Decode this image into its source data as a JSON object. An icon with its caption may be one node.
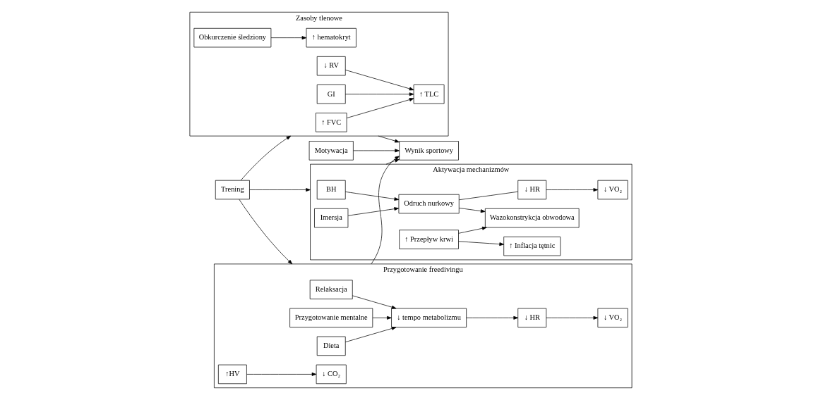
{
  "diagram": {
    "nodes": [
      {
        "text": [
          "Trening"
        ]
      },
      {
        "text": [
          "Zasoby tlenowe"
        ]
      },
      {
        "text": [
          "↑ FVC"
        ],
        "in": 1
      },
      {
        "text": [
          "↓ RV"
        ],
        "in": 1
      },
      {
        "text": [
          "GI"
        ],
        "in": 1
      },
      {
        "text": [
          "↑ TLC"
        ],
        "in": 1
      },
      {
        "text": [
          "Obkurczenie śledziony"
        ],
        "in": 1
      },
      {
        "text": [
          "↑ hematokryt"
        ],
        "in": 1
      },
      {
        "text": [
          "Przygotowanie freedivingu"
        ]
      },
      {
        "text": [
          "Relaksacja"
        ],
        "in": 8
      },
      {
        "text": [
          "Przygotowanie mentalne"
        ],
        "in": 8
      },
      {
        "text": [
          "Dieta"
        ],
        "in": 8
      },
      {
        "text": [
          "↓ tempo metabolizmu"
        ],
        "in": 8
      },
      {
        "text": [
          "↓ HR"
        ],
        "in": 8
      },
      {
        "text": [
          "↓ VO₂"
        ],
        "in": 8
      },
      {
        "text": [
          "↑HV"
        ],
        "in": 8
      },
      {
        "text": [
          "↓ CO₂"
        ],
        "in": 8
      },
      {
        "text": [
          "Aktywacja mechanizmów"
        ]
      },
      {
        "text": [
          "BH"
        ],
        "in": 17
      },
      {
        "text": [
          "Imersja"
        ],
        "in": 17
      },
      {
        "text": [
          "Odruch nurkowy"
        ],
        "in": 17
      },
      {
        "text": [
          "↓ HR"
        ],
        "in": 17
      },
      {
        "text": [
          "↓ VO₂"
        ],
        "in": 17
      },
      {
        "text": [
          "Wazokonstrykcja obwodowa"
        ],
        "in": 17
      },
      {
        "text": [
          "↑ Inflacja tętnic"
        ],
        "in": 17
      },
      {
        "text": [
          "↑ Przepływ krwi"
        ],
        "in": 17
      },
      {
        "text": [
          "Wynik sportowy"
        ]
      },
      {
        "text": [
          "Motywacja"
        ]
      }
    ],
    "edges": [
      {
        "from": 0,
        "to": 1,
        "arrow": "to"
      },
      {
        "from": 0,
        "to": 8,
        "arrow": "to"
      },
      {
        "from": 0,
        "to": 17,
        "arrow": "to"
      },
      {
        "from": 2,
        "to": 5,
        "arrow": "to"
      },
      {
        "from": 3,
        "to": 5,
        "arrow": "to"
      },
      {
        "from": 4,
        "to": 5,
        "arrow": "to"
      },
      {
        "from": 6,
        "to": 7,
        "arrow": "to"
      },
      {
        "from": 9,
        "to": 12,
        "arrow": "to"
      },
      {
        "from": 10,
        "to": 12,
        "arrow": "to"
      },
      {
        "from": 11,
        "to": 12,
        "arrow": "to"
      },
      {
        "from": 12,
        "to": 13,
        "arrow": "to"
      },
      {
        "from": 13,
        "to": 14,
        "arrow": "to"
      },
      {
        "from": 15,
        "to": 16,
        "arrow": "to"
      },
      {
        "from": 18,
        "to": 20,
        "arrow": "to"
      },
      {
        "from": 19,
        "to": 20,
        "arrow": "to"
      },
      {
        "from": 20,
        "to": 21,
        "arrow": "none"
      },
      {
        "from": 21,
        "to": 22,
        "arrow": "to"
      },
      {
        "from": 20,
        "to": 23,
        "arrow": "to"
      },
      {
        "from": 25,
        "to": 23,
        "arrow": "to"
      },
      {
        "from": 25,
        "to": 24,
        "arrow": "to"
      },
      {
        "from": 1,
        "to": 26,
        "arrow": "to"
      },
      {
        "from": 8,
        "to": 26,
        "arrow": "to"
      },
      {
        "from": 17,
        "to": 26,
        "arrow": "to"
      },
      {
        "from": 27,
        "to": 26,
        "arrow": "to"
      }
    ]
  }
}
